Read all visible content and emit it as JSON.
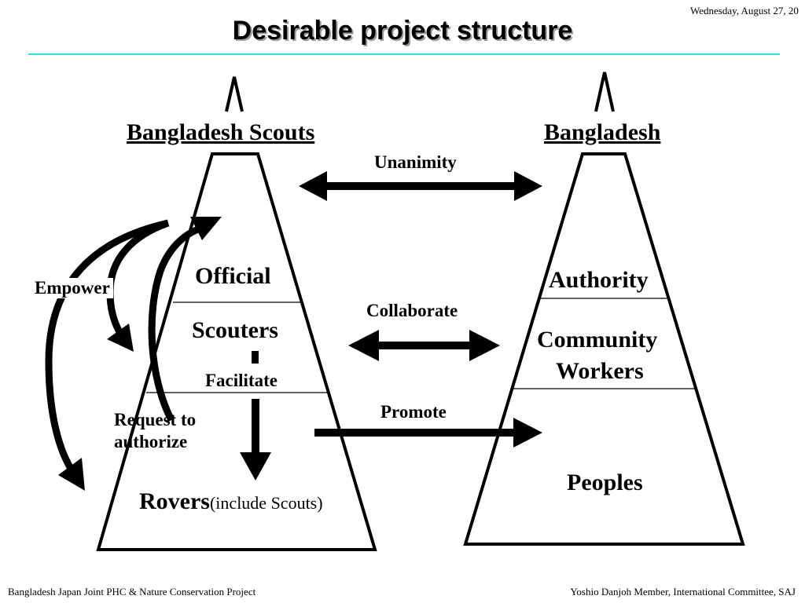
{
  "header": {
    "title": "Desirable project structure",
    "date": "Wednesday, August 27, 20"
  },
  "left_pyramid": {
    "name": "Bangladesh Scouts",
    "levels": {
      "official": "Official",
      "scouters": "Scouters",
      "rovers": "Rovers",
      "rovers_note": "(include Scouts)"
    }
  },
  "right_pyramid": {
    "name": "Bangladesh",
    "levels": {
      "authority": "Authority",
      "community_line1": "Community",
      "community_line2": "Workers",
      "peoples": "Peoples"
    }
  },
  "relations": {
    "unanimity": "Unanimity",
    "collaborate": "Collaborate",
    "promote": "Promote",
    "facilitate": "Facilitate",
    "empower": "Empower",
    "request_line1": "Request to",
    "request_line2": "authorize"
  },
  "footer": {
    "left": "Bangladesh Japan Joint PHC & Nature Conservation Project",
    "right": "Yoshio Danjoh Member, International Committee, SAJ"
  },
  "colors": {
    "divider": "#33e0e0",
    "stroke": "#000000",
    "title_shadow": "#9a9a9a"
  }
}
